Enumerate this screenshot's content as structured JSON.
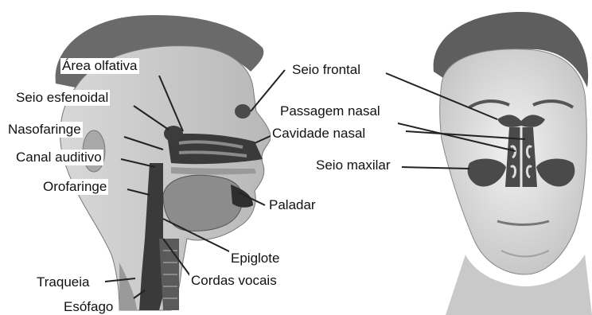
{
  "sagittal_labels": {
    "area_olfativa": "Área olfativa",
    "seio_esfenoidal": "Seio esfenoidal",
    "nasofaringe": "Nasofaringe",
    "canal_auditivo": "Canal auditivo",
    "orofaringe": "Orofaringe",
    "paladar": "Paladar",
    "epiglote": "Epiglote",
    "cordas_vocais": "Cordas vocais",
    "traqueia": "Traqueia",
    "esofago": "Esófago"
  },
  "frontal_labels": {
    "seio_frontal": "Seio frontal",
    "passagem_nasal": "Passagem nasal",
    "cavidade_nasal": "Cavidade nasal",
    "seio_maxilar": "Seio maxilar"
  }
}
